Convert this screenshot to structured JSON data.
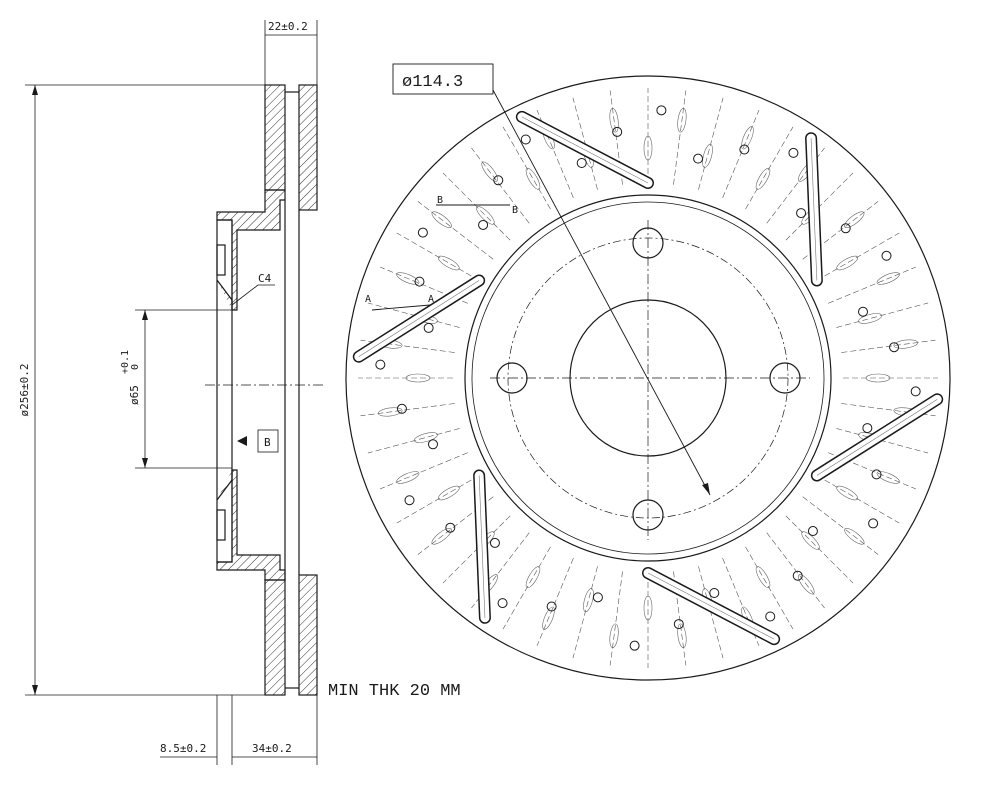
{
  "dimensions": {
    "overall_thickness": "22±0.2",
    "diameter": "ø256±0.2",
    "center_bore": "ø65",
    "center_bore_tolerance": "+0.1",
    "center_bore_tolerance_low": "0",
    "hub_offset": "8.5±0.2",
    "hat_height": "34±0.2",
    "chamfer": "C4",
    "bolt_circle": "ø114.3"
  },
  "labels": {
    "datum_b": "B",
    "min_thickness": "MIN THK 20 MM",
    "section_a_left": "A",
    "section_a_right": "A",
    "section_b_left": "B",
    "section_b_right": "B"
  },
  "colors": {
    "line": "#1a1a1a",
    "hatch": "#333333",
    "background": "#ffffff"
  }
}
